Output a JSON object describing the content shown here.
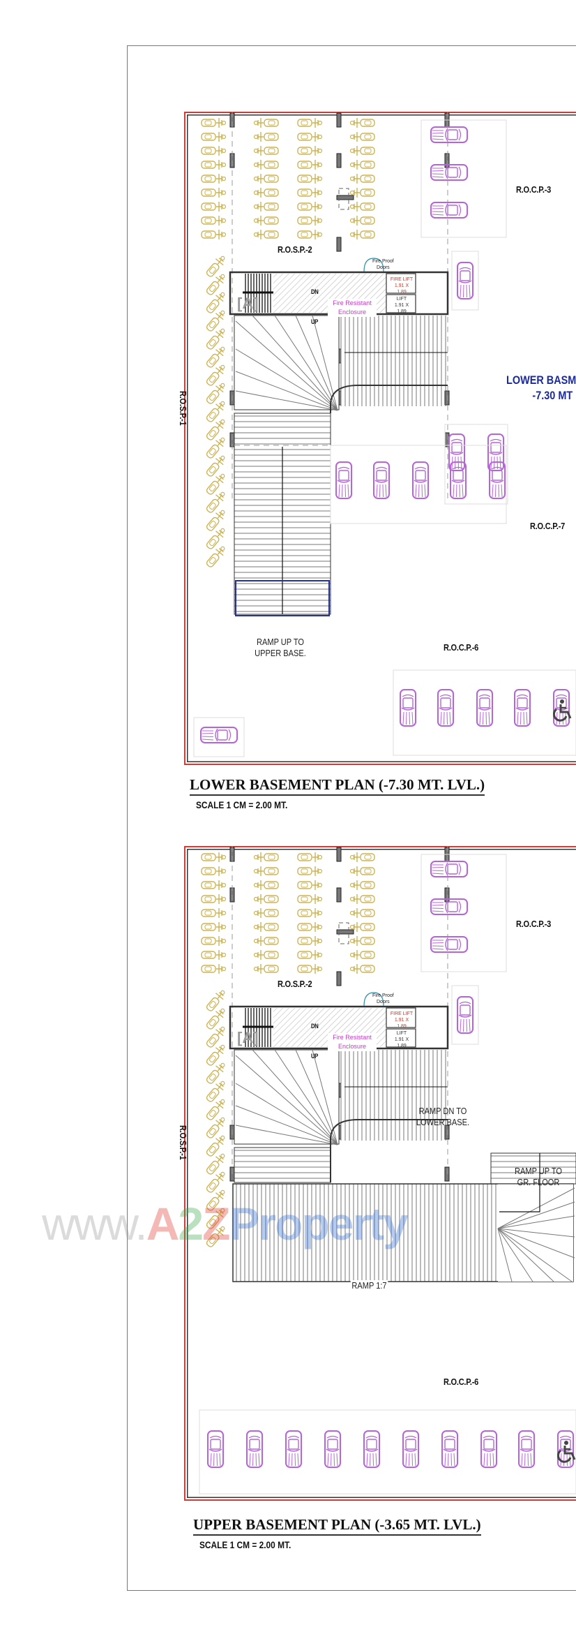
{
  "document": {
    "plans": [
      {
        "id": "lower",
        "title": "LOWER BASEMENT PLAN (-7.30 MT. LVL.)",
        "scale": "SCALE 1 CM = 2.00 MT.",
        "level_tag_line1": "LOWER BASM",
        "level_tag_line2": "-7.30 MT",
        "labels": {
          "rosp1": "R.O.S.P.-1",
          "rosp2": "R.O.S.P.-2",
          "rocp3": "R.O.C.P.-3",
          "rocp6": "R.O.C.P.-6",
          "rocp7": "R.O.C.P.-7",
          "stair_mark": "[A]",
          "dn": "DN",
          "up": "UP",
          "fire_proof_doors_1": "Fire Proof",
          "fire_proof_doors_2": "Doors",
          "enclosure_1": "Fire Resistant",
          "enclosure_2": "Enclosure",
          "fire_lift_1": "FIRE LIFT",
          "fire_lift_2": "1.91 X",
          "fire_lift_3": "1.89",
          "lift_1": "LIFT",
          "lift_2": "1.91 X",
          "lift_3": "1.89",
          "ramp_note_1": "RAMP UP TO",
          "ramp_note_2": "UPPER BASE."
        }
      },
      {
        "id": "upper",
        "title": "UPPER BASEMENT PLAN (-3.65 MT. LVL.)",
        "scale": "SCALE 1 CM = 2.00 MT.",
        "labels": {
          "rosp1": "R.O.S.P.-1",
          "rosp2": "R.O.S.P.-2",
          "rocp3": "R.O.C.P.-3",
          "rocp6": "R.O.C.P.-6",
          "stair_mark": "[A]",
          "dn": "DN",
          "up": "UP",
          "fire_proof_doors_1": "Fire Proof",
          "fire_proof_doors_2": "Doors",
          "enclosure_1": "Fire Resistant",
          "enclosure_2": "Enclosure",
          "fire_lift_1": "FIRE LIFT",
          "fire_lift_2": "1.91 X",
          "fire_lift_3": "1.89",
          "lift_1": "LIFT",
          "lift_2": "1.91 X",
          "lift_3": "1.89",
          "ramp_dn_1": "RAMP DN TO",
          "ramp_dn_2": "LOWER BASE.",
          "ramp_up_1": "RAMP UP TO",
          "ramp_up_2": "GR. FLOOR",
          "ramp_slope": "RAMP 1:7"
        }
      }
    ],
    "watermark": {
      "www": "www.",
      "a": "A",
      "two": "2",
      "z": "Z",
      "rest": "Property"
    },
    "colors": {
      "boundary_red": "#d23a33",
      "car_purple": "#b565d8",
      "scooter_gold": "#cdb350",
      "level_blue": "#1b2a9c",
      "ramp_blue": "#2230a0",
      "enclosure_magenta": "#c43cc4",
      "fire_lift_red": "#c0392b"
    }
  }
}
